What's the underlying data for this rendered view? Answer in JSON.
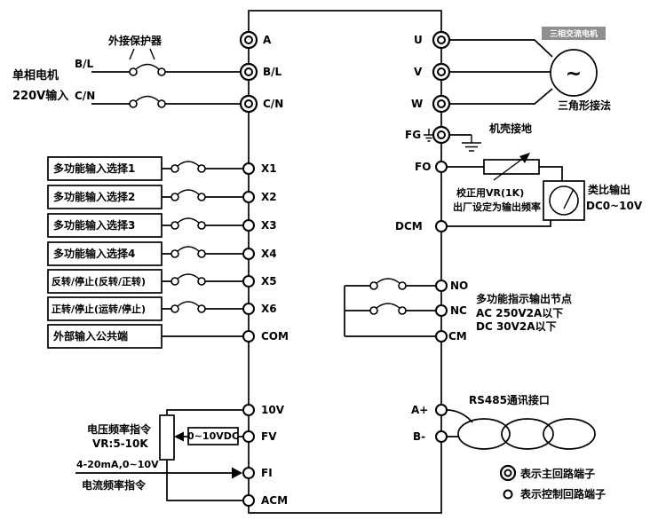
{
  "power": {
    "source1": "单相电机",
    "source2": "220V输入",
    "protector": "外接保护器",
    "line_b": "B/L",
    "line_c": "C/N"
  },
  "inputs": {
    "rows": [
      "多功能输入选择1",
      "多功能输入选择2",
      "多功能输入选择3",
      "多功能输入选择4",
      "反转/停止(反转/正转)",
      "正转/停止(运转/停止)",
      "外部输入公共端"
    ]
  },
  "analog_in": {
    "volt_cmd": "电压频率指令",
    "volt_vr": "VR:5-10K",
    "vdc_range": "0~10VDC",
    "cur_range": "4-20mA,0~10V",
    "cur_cmd": "电流频率指令"
  },
  "terminals": {
    "a": "A",
    "bl": "B/L",
    "cn": "C/N",
    "x": [
      "X1",
      "X2",
      "X3",
      "X4",
      "X5",
      "X6"
    ],
    "com": "COM",
    "v10": "10V",
    "fv": "FV",
    "fi": "FI",
    "acm": "ACM",
    "u": "U",
    "v": "V",
    "w": "W",
    "fg": "FG",
    "fo": "FO",
    "dcm": "DCM",
    "no": "NO",
    "nc": "NC",
    "cm": "CM",
    "ap": "A+",
    "bm": "B-"
  },
  "motor": {
    "badge": "三相交流电机",
    "symbol": "~",
    "delta": "三角形接法"
  },
  "ground": {
    "label": "机壳接地"
  },
  "analog_out": {
    "vr": "校正用VR(1K)",
    "factory": "出厂设定为输出频率",
    "name": "类比输出",
    "range": "DC0~10V"
  },
  "relay": {
    "name": "多功能指示输出节点",
    "ac": "AC 250V2A以下",
    "dc": "DC 30V2A以下"
  },
  "rs485": {
    "label": "RS485通讯接口"
  },
  "legend": {
    "main": "表示主回路端子",
    "ctrl": "表示控制回路端子"
  }
}
